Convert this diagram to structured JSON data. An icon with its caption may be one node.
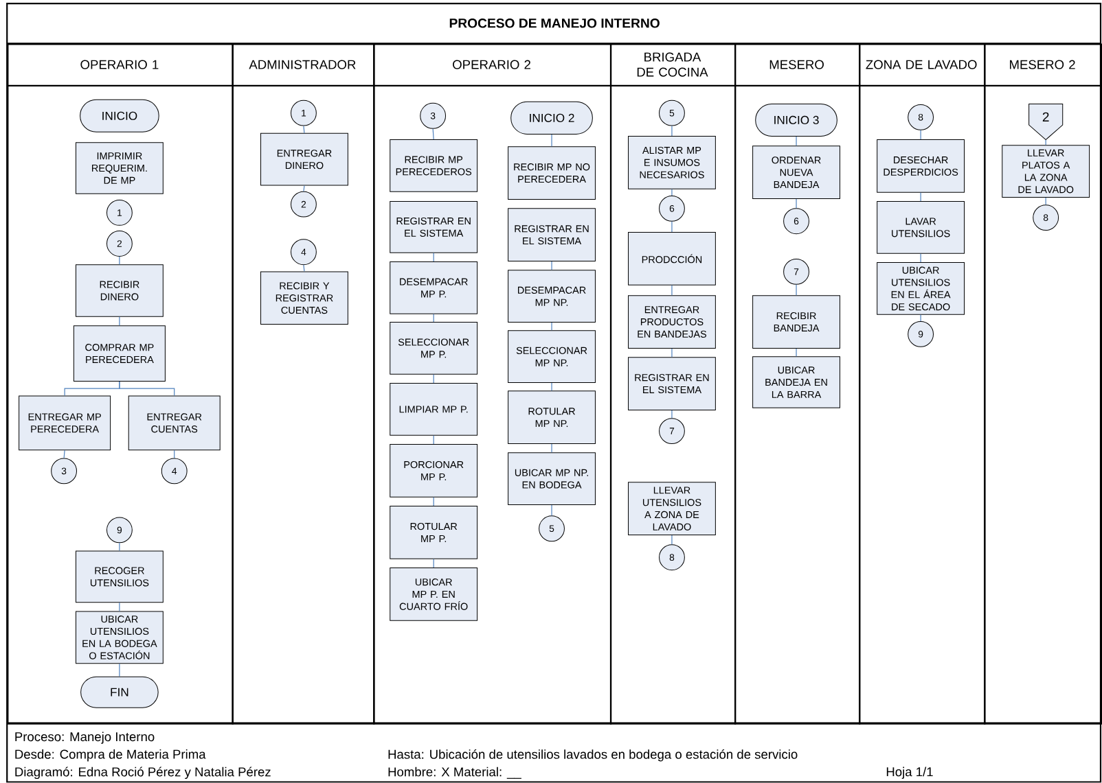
{
  "diagram": {
    "title": "PROCESO DE MANEJO INTERNO",
    "nodes": [
      {
        "text": [
          "OPERARIO 1"
        ]
      },
      {
        "text": [
          "INICIO"
        ],
        "in": 0
      },
      {
        "text": [
          "IMPRIMIR REQUERIM. DE MP"
        ],
        "in": 0
      },
      {
        "text": [
          "1"
        ],
        "in": 0
      },
      {
        "text": [
          "2"
        ],
        "in": 0
      },
      {
        "text": [
          "RECIBIR DINERO"
        ],
        "in": 0
      },
      {
        "text": [
          "COMPRAR MP PERECEDERA"
        ],
        "in": 0
      },
      {
        "text": [
          "ENTREGAR MP PERECEDERA"
        ],
        "in": 0
      },
      {
        "text": [
          "ENTREGAR CUENTAS"
        ],
        "in": 0
      },
      {
        "text": [
          "3"
        ],
        "in": 0
      },
      {
        "text": [
          "4"
        ],
        "in": 0
      },
      {
        "text": [
          "9"
        ],
        "in": 0
      },
      {
        "text": [
          "RECOGER UTENSILIOS"
        ],
        "in": 0
      },
      {
        "text": [
          "UBICAR UTENSILIOS EN LA BODEGA O ESTACIÓN"
        ],
        "in": 0
      },
      {
        "text": [
          "FIN"
        ],
        "in": 0
      },
      {
        "text": [
          "ADMINISTRADOR"
        ]
      },
      {
        "text": [
          "1"
        ],
        "in": 15
      },
      {
        "text": [
          "ENTREGAR DINERO"
        ],
        "in": 15
      },
      {
        "text": [
          "2"
        ],
        "in": 15
      },
      {
        "text": [
          "4"
        ],
        "in": 15
      },
      {
        "text": [
          "RECIBIR Y REGISTRAR CUENTAS"
        ],
        "in": 15
      },
      {
        "text": [
          "OPERARIO 2"
        ]
      },
      {
        "text": [
          "3"
        ],
        "in": 21
      },
      {
        "text": [
          "RECIBIR MP PERECEDEROS"
        ],
        "in": 21
      },
      {
        "text": [
          "REGISTRAR EN EL SISTEMA"
        ],
        "in": 21
      },
      {
        "text": [
          "DESEMPACAR MP P."
        ],
        "in": 21
      },
      {
        "text": [
          "SELECCIONAR MP P."
        ],
        "in": 21
      },
      {
        "text": [
          "LIMPIAR MP P."
        ],
        "in": 21
      },
      {
        "text": [
          "PORCIONAR MP P."
        ],
        "in": 21
      },
      {
        "text": [
          "ROTULAR MP P."
        ],
        "in": 21
      },
      {
        "text": [
          "UBICAR MP P. EN CUARTO FRÍO"
        ],
        "in": 21
      },
      {
        "text": [
          "INICIO 2"
        ],
        "in": 21
      },
      {
        "text": [
          "RECIBIR MP NO PERECEDERA"
        ],
        "in": 21
      },
      {
        "text": [
          "REGISTRAR EN EL SISTEMA"
        ],
        "in": 21
      },
      {
        "text": [
          "DESEMPACAR MP NP."
        ],
        "in": 21
      },
      {
        "text": [
          "SELECCIONAR MP NP."
        ],
        "in": 21
      },
      {
        "text": [
          "ROTULAR MP NP."
        ],
        "in": 21
      },
      {
        "text": [
          "UBICAR MP NP. EN BODEGA"
        ],
        "in": 21
      },
      {
        "text": [
          "5"
        ],
        "in": 21
      },
      {
        "text": [
          "BRIGADA DE COCINA"
        ]
      },
      {
        "text": [
          "5"
        ],
        "in": 39
      },
      {
        "text": [
          "ALISTAR MP E INSUMOS NECESARIOS"
        ],
        "in": 39
      },
      {
        "text": [
          "6"
        ],
        "in": 39
      },
      {
        "text": [
          "PRODCCIÓN"
        ],
        "in": 39
      },
      {
        "text": [
          "ENTREGAR PRODUCTOS EN BANDEJAS"
        ],
        "in": 39
      },
      {
        "text": [
          "REGISTRAR EN EL SISTEMA"
        ],
        "in": 39
      },
      {
        "text": [
          "7"
        ],
        "in": 39
      },
      {
        "text": [
          "LLEVAR UTENSILIOS A ZONA DE LAVADO"
        ],
        "in": 39
      },
      {
        "text": [
          "8"
        ],
        "in": 39
      },
      {
        "text": [
          "MESERO"
        ]
      },
      {
        "text": [
          "INICIO 3"
        ],
        "in": 49
      },
      {
        "text": [
          "ORDENAR NUEVA BANDEJA"
        ],
        "in": 49
      },
      {
        "text": [
          "6"
        ],
        "in": 49
      },
      {
        "text": [
          "7"
        ],
        "in": 49
      },
      {
        "text": [
          "RECIBIR BANDEJA"
        ],
        "in": 49
      },
      {
        "text": [
          "UBICAR BANDEJA EN LA BARRA"
        ],
        "in": 49
      },
      {
        "text": [
          "ZONA DE LAVADO"
        ]
      },
      {
        "text": [
          "8"
        ],
        "in": 56
      },
      {
        "text": [
          "DESECHAR DESPERDICIOS"
        ],
        "in": 56
      },
      {
        "text": [
          "LAVAR UTENSILIOS"
        ],
        "in": 56
      },
      {
        "text": [
          "UBICAR UTENSILIOS EN EL ÁREA DE SECADO"
        ],
        "in": 56
      },
      {
        "text": [
          "9"
        ],
        "in": 56
      },
      {
        "text": [
          "MESERO 2"
        ]
      },
      {
        "text": [
          "2"
        ],
        "in": 62
      },
      {
        "text": [
          "LLEVAR PLATOS A LA ZONA DE LAVADO"
        ],
        "in": 62
      },
      {
        "text": [
          "8"
        ],
        "in": 62
      }
    ],
    "edges": [
      {
        "from": 4,
        "to": 5,
        "arrow": "none"
      },
      {
        "from": 5,
        "to": 6,
        "arrow": "none"
      },
      {
        "from": 6,
        "to": 7,
        "arrow": "none"
      },
      {
        "from": 6,
        "to": 8,
        "arrow": "none"
      },
      {
        "from": 7,
        "to": 9,
        "arrow": "none"
      },
      {
        "from": 8,
        "to": 10,
        "arrow": "none"
      },
      {
        "from": 11,
        "to": 12,
        "arrow": "none"
      },
      {
        "from": 12,
        "to": 13,
        "arrow": "none"
      },
      {
        "from": 13,
        "to": 14,
        "arrow": "none"
      },
      {
        "from": 16,
        "to": 17,
        "arrow": "none"
      },
      {
        "from": 17,
        "to": 18,
        "arrow": "none"
      },
      {
        "from": 19,
        "to": 20,
        "arrow": "none"
      },
      {
        "from": 22,
        "to": 23,
        "arrow": "none"
      },
      {
        "from": 24,
        "to": 25,
        "arrow": "none"
      },
      {
        "from": 25,
        "to": 26,
        "arrow": "none"
      },
      {
        "from": 26,
        "to": 27,
        "arrow": "none"
      },
      {
        "from": 27,
        "to": 28,
        "arrow": "none"
      },
      {
        "from": 28,
        "to": 29,
        "arrow": "none"
      },
      {
        "from": 29,
        "to": 30,
        "arrow": "none"
      },
      {
        "from": 31,
        "to": 32,
        "arrow": "none"
      },
      {
        "from": 33,
        "to": 34,
        "arrow": "none"
      },
      {
        "from": 34,
        "to": 35,
        "arrow": "none"
      },
      {
        "from": 35,
        "to": 36,
        "arrow": "none"
      },
      {
        "from": 36,
        "to": 37,
        "arrow": "none"
      },
      {
        "from": 37,
        "to": 38,
        "arrow": "none"
      },
      {
        "from": 40,
        "to": 41,
        "arrow": "none"
      },
      {
        "from": 41,
        "to": 42,
        "arrow": "none"
      },
      {
        "from": 42,
        "to": 43,
        "arrow": "none"
      },
      {
        "from": 43,
        "to": 44,
        "arrow": "none"
      },
      {
        "from": 44,
        "to": 45,
        "arrow": "none"
      },
      {
        "from": 45,
        "to": 46,
        "arrow": "none"
      },
      {
        "from": 47,
        "to": 48,
        "arrow": "none"
      },
      {
        "from": 50,
        "to": 51,
        "arrow": "none"
      },
      {
        "from": 51,
        "to": 52,
        "arrow": "none"
      },
      {
        "from": 53,
        "to": 54,
        "arrow": "none"
      },
      {
        "from": 54,
        "to": 55,
        "arrow": "none"
      },
      {
        "from": 57,
        "to": 58,
        "arrow": "none"
      },
      {
        "from": 58,
        "to": 59,
        "arrow": "none"
      },
      {
        "from": 59,
        "to": 60,
        "arrow": "none"
      },
      {
        "from": 60,
        "to": 61,
        "arrow": "none"
      },
      {
        "from": 63,
        "to": 64,
        "arrow": "none"
      },
      {
        "from": 64,
        "to": 65,
        "arrow": "none"
      }
    ],
    "labels": [
      "Proceso: Manejo Interno",
      "Desde: Compra de Materia Prima",
      "Hasta: Ubicación de utensilios lavados en bodega o estación de servicio",
      "Diagramó: Edna Roció Pérez y Natalia Pérez",
      "Hombre: X Material: __",
      "Hoja 1/1"
    ]
  }
}
